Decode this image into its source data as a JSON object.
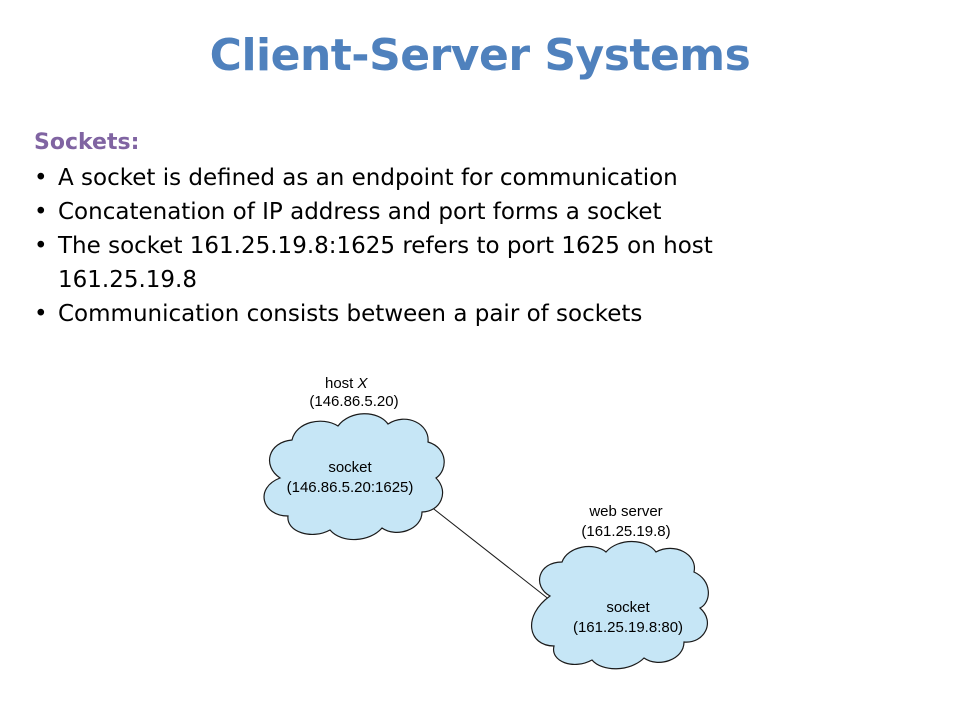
{
  "slide": {
    "title": "Client-Server Systems",
    "section_heading": "Sockets:",
    "bullets": [
      "A socket is defined as an endpoint for communication",
      "Concatenation of IP address and port forms a socket",
      "The socket 161.25.19.8:1625 refers to port 1625 on host 161.25.19.8",
      "Communication consists between a pair of sockets"
    ],
    "bullet_glyph": "•"
  },
  "diagram": {
    "host_label": "host",
    "host_name": "X",
    "host_ip": "(146.86.5.20)",
    "client_socket_label": "socket",
    "client_socket_addr": "(146.86.5.20:1625)",
    "server_label": "web server",
    "server_ip": "(161.25.19.8)",
    "server_socket_label": "socket",
    "server_socket_addr": "(161.25.19.8:80)",
    "cloud_fill": "#c6e6f6",
    "cloud_stroke": "#1a1a1a"
  },
  "colors": {
    "title": "#4f81bd",
    "heading": "#8064a2",
    "body_text": "#000000"
  }
}
